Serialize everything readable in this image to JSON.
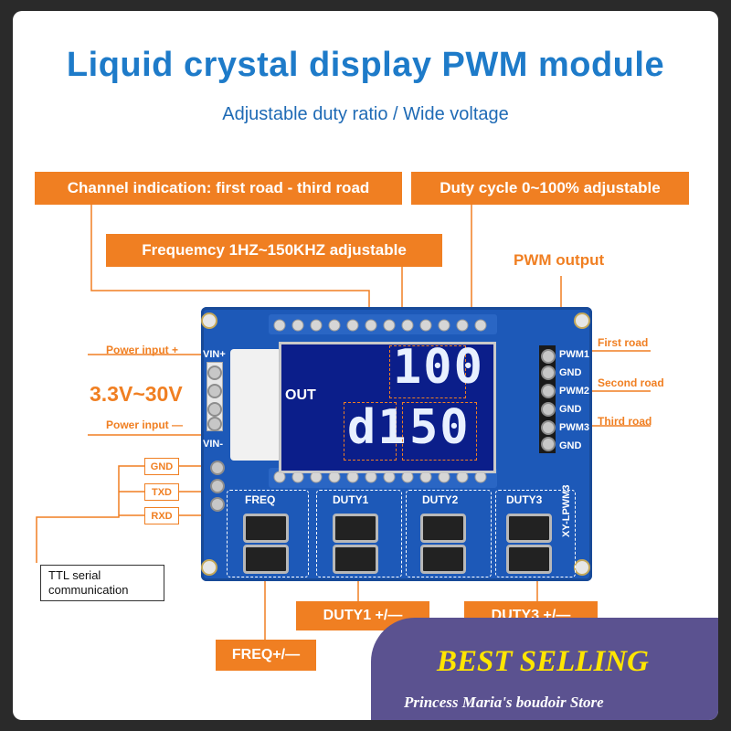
{
  "title": "Liquid crystal display PWM module",
  "subtitle": "Adjustable duty ratio / Wide voltage",
  "callouts": {
    "channel": "Channel indication: first road - third road",
    "duty_cycle": "Duty cycle 0~100% adjustable",
    "frequency": "Frequemcy 1HZ~150KHZ adjustable",
    "pwm_output": "PWM output"
  },
  "power": {
    "input_plus": "Power input +",
    "voltage": "3.3V~30V",
    "input_minus": "Power input —"
  },
  "serial": {
    "pins": [
      "GND",
      "TXD",
      "RXD"
    ],
    "ttl_line1": "TTL serial",
    "ttl_line2": "communication"
  },
  "outputs": {
    "first": "First road",
    "second": "Second road",
    "third": "Third road"
  },
  "board": {
    "vin_plus": "VIN+",
    "vin_minus": "VIN-",
    "lcd_out": "OUT",
    "lcd_top": "100",
    "lcd_bottom_left": "d1",
    "lcd_bottom_right": "50",
    "pin_labels": [
      "PWM1",
      "GND",
      "PWM2",
      "GND",
      "PWM3",
      "GND"
    ],
    "button_groups": [
      "FREQ",
      "DUTY1",
      "DUTY2",
      "DUTY3"
    ],
    "model": "XY-LPWM3"
  },
  "bottom_labels": {
    "duty1": "DUTY1 +/—",
    "duty3": "DUTY3 +/—",
    "freq": "FREQ+/—"
  },
  "banner": {
    "headline": "BEST SELLING",
    "store": "Princess Maria's boudoir Store"
  },
  "colors": {
    "accent_orange": "#f07f22",
    "title_blue": "#1e7bc9",
    "pcb_blue": "#1d59b8",
    "banner_purple": "#5b5290",
    "banner_yellow": "#ffe500"
  }
}
